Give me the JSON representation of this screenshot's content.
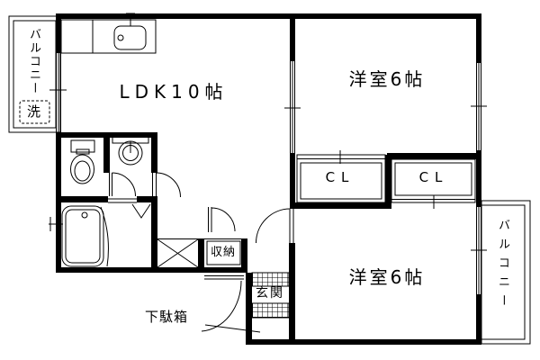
{
  "colors": {
    "line": "#000000",
    "background": "#ffffff"
  },
  "labels": {
    "ldk": "LDK10帖",
    "bedroom_top": "洋室6帖",
    "bedroom_bottom": "洋室6帖",
    "closet_top": "CL",
    "closet_bottom": "CL",
    "storage": "収納",
    "entrance": "玄関",
    "shoe_cabinet": "下駄箱",
    "balcony_left": "バルコニー",
    "balcony_right": "バルコニー",
    "washer": "洗"
  }
}
